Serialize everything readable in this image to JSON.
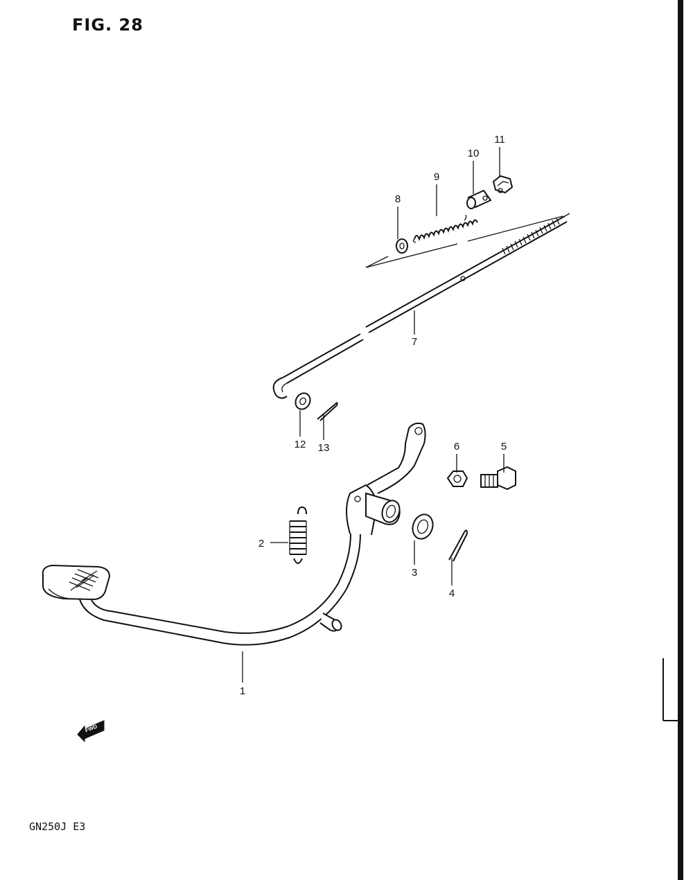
{
  "figure": {
    "title": "FIG. 28",
    "model_code": "GN250J E3",
    "fwd_label": "FWD"
  },
  "callouts": [
    "1",
    "2",
    "3",
    "4",
    "5",
    "6",
    "7",
    "8",
    "9",
    "10",
    "11",
    "12",
    "13"
  ],
  "colors": {
    "ink": "#111111",
    "background": "#ffffff"
  }
}
